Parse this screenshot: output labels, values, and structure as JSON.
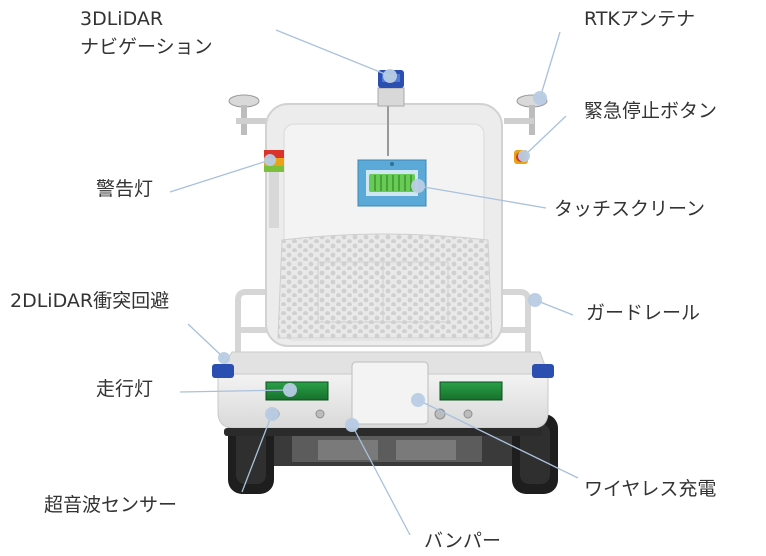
{
  "diagram": {
    "labels": {
      "lidar3d_line1": "3DLiDAR",
      "lidar3d_line2": "ナビゲーション",
      "rtk": "RTKアンテナ",
      "estop": "緊急停止ボタン",
      "warning": "警告灯",
      "touch": "タッチスクリーン",
      "lidar2d": "2DLiDAR衝突回避",
      "guardrail": "ガードレール",
      "runlight": "走行灯",
      "ultrasonic": "超音波センサー",
      "wireless": "ワイヤレス充電",
      "bumper": "バンパー"
    },
    "colors": {
      "leader_line": "#a9c1dc",
      "marker_dot": "#b8cce4",
      "body": "#ededed",
      "frame": "#e6e6e6",
      "run_light": "#1f8a3a",
      "screen_bezel": "#5aa9d6",
      "screen_display": "#66cc55",
      "estop_red": "#d9332b",
      "warning_amber": "#e8a317",
      "lidar_blue": "#2a4fb0",
      "tire": "#1e1e1e"
    }
  }
}
